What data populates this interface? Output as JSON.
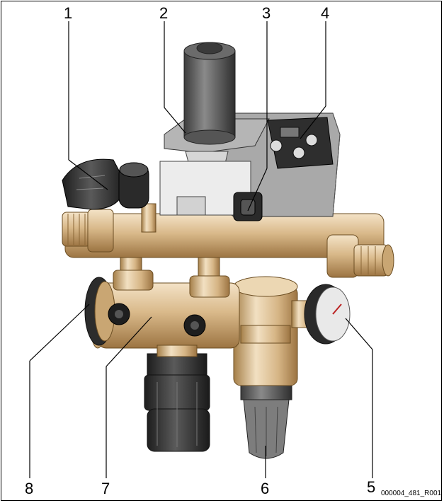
{
  "callouts": [
    {
      "id": "1",
      "label": "1"
    },
    {
      "id": "2",
      "label": "2"
    },
    {
      "id": "3",
      "label": "3"
    },
    {
      "id": "4",
      "label": "4"
    },
    {
      "id": "5",
      "label": "5"
    },
    {
      "id": "6",
      "label": "6"
    },
    {
      "id": "7",
      "label": "7"
    },
    {
      "id": "8",
      "label": "8"
    }
  ],
  "reference_code": "000004_481_R001",
  "colors": {
    "brass": "#d9b98a",
    "brass_dark": "#a57f48",
    "brass_light": "#f3e2c6",
    "gray_dark": "#3a3a3a",
    "gray_mid": "#8d8d8d",
    "gray_light": "#cfcfcf"
  }
}
